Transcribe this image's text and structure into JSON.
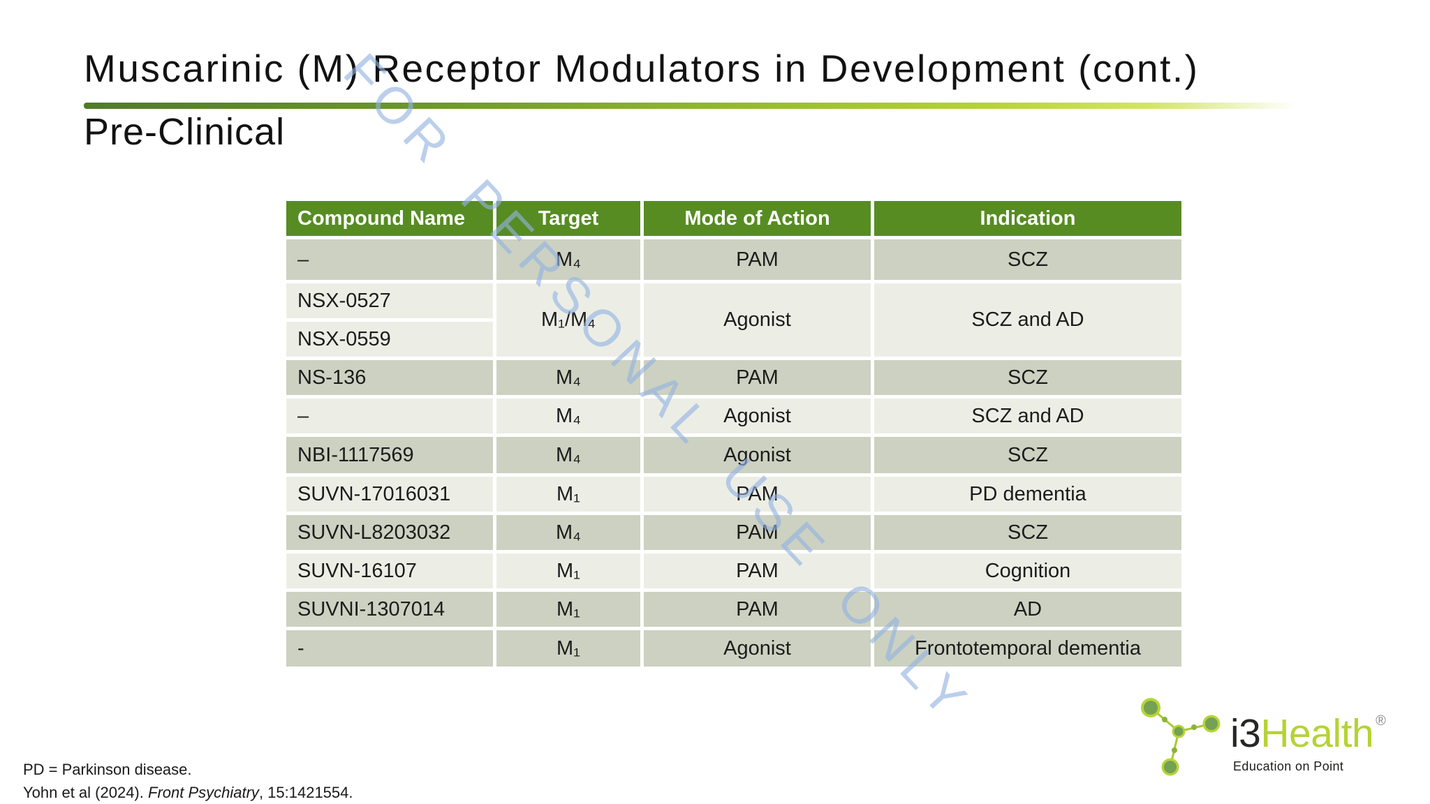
{
  "slide": {
    "title": "Muscarinic (M) Receptor Modulators in Development (cont.)",
    "subtitle": "Pre-Clinical"
  },
  "watermark": {
    "text": "FOR PERSONAL USE ONLY"
  },
  "table": {
    "headers": [
      "Compound Name",
      "Target",
      "Mode of Action",
      "Indication"
    ],
    "rows": [
      {
        "compound": "–",
        "target": "M₄",
        "mode": "PAM",
        "indication": "SCZ"
      },
      {
        "compound": "NSX-0527",
        "target": "M₁/M₄",
        "mode": "Agonist",
        "indication": "SCZ and AD"
      },
      {
        "compound": "NSX-0559"
      },
      {
        "compound": "NS-136",
        "target": "M₄",
        "mode": "PAM",
        "indication": "SCZ"
      },
      {
        "compound": "–",
        "target": "M₄",
        "mode": "Agonist",
        "indication": "SCZ and AD"
      },
      {
        "compound": "NBI-1117569",
        "target": "M₄",
        "mode": "Agonist",
        "indication": "SCZ"
      },
      {
        "compound": "SUVN-17016031",
        "target": "M₁",
        "mode": "PAM",
        "indication": "PD dementia"
      },
      {
        "compound": "SUVN-L8203032",
        "target": "M₄",
        "mode": "PAM",
        "indication": "SCZ"
      },
      {
        "compound": "SUVN-16107",
        "target": "M₁",
        "mode": "PAM",
        "indication": "Cognition"
      },
      {
        "compound": "SUVNI-1307014",
        "target": "M₁",
        "mode": "PAM",
        "indication": "AD"
      },
      {
        "compound": "-",
        "target": "M₁",
        "mode": "Agonist",
        "indication": "Frontotemporal dementia"
      }
    ]
  },
  "footnote": {
    "line1": "PD = Parkinson disease.",
    "ref_prefix": "Yohn et al (2024). ",
    "ref_journal": "Front Psychiatry",
    "ref_suffix": ", 15:1421554."
  },
  "logo": {
    "brand_black": "i3",
    "brand_green": "Health",
    "registered": "®",
    "tagline": "Education on Point"
  },
  "colors": {
    "header_green": "#578c23",
    "row_dark": "#ccd1c1",
    "row_light": "#eceee6",
    "rule_green_start": "#4e7b26",
    "rule_green_end": "#d3e566",
    "watermark_blue": "#93b3e2",
    "brand_lime": "#b5d333",
    "brand_black": "#272725"
  }
}
